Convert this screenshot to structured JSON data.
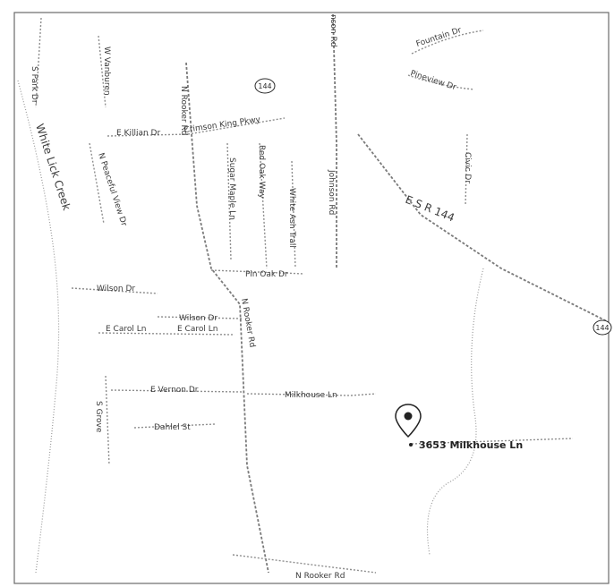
{
  "map": {
    "roads": {
      "s_park_dr": "S Park Dr",
      "w_vanburen": "W Vanburen",
      "e_killian_dr": "E Killian Dr",
      "n_rooker_rd_top": "N Rooker Rd",
      "crimson_king_pkwy": "Crimson King Pkwy",
      "n_peaceful_view_dr": "N Peaceful View Dr",
      "sugar_maple_ln": "Sugar Maple Ln",
      "red_oak_way": "Red Oak Way",
      "white_ash_trail": "White Ash Trail",
      "johnson_rd": "Johnson Rd",
      "johnson_rd_top": "nson Rd",
      "fountain_dr": "Fountain Dr",
      "pineview_dr": "Pineview Dr",
      "civic_dr": "Civic Dr",
      "e_sr_144": "E S R 144",
      "pin_oak_dr": "Pin Oak Dr",
      "wilson_dr_west": "Wilson Dr",
      "wilson_dr_east": "Wilson Dr",
      "n_rooker_rd_mid": "N Rooker Rd",
      "e_carol_ln_west": "E Carol Ln",
      "e_carol_ln_east": "E Carol Ln",
      "e_vernon_dr": "E Vernon Dr",
      "milkhouse_ln": "Milkhouse Ln",
      "dahlel_st": "Dahlel St",
      "s_grove": "S Grove",
      "n_rooker_rd_bottom": "N Rooker Rd"
    },
    "water": {
      "white_lick_creek": "White Lick Creek"
    },
    "shields": {
      "sr144_top": "144",
      "sr144_right": "144"
    },
    "destination": {
      "address": "3653 Milkhouse Ln"
    },
    "icons": {
      "pin": "map-pin-icon"
    },
    "colors": {
      "road": "#8e8e8e",
      "pin": "#222222"
    }
  }
}
